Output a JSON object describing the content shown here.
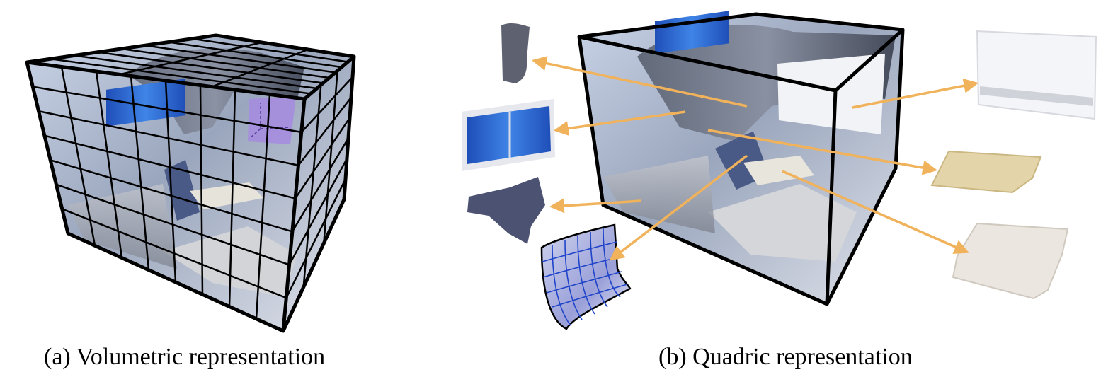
{
  "captions": {
    "a": "(a) Volumetric representation",
    "b": "(b) Quadric representation"
  },
  "colors": {
    "arrow": "#F0B25A",
    "cube_edge": "#000000",
    "highlight_voxel": "#A68BE0",
    "grid_lines": "#1f44c9",
    "screen_blue": "#2b66d6"
  },
  "icons": {
    "cube_a": "voxel-grid-cube",
    "cube_b": "scene-cube",
    "quadric_patch": "curved-surface-grid"
  }
}
